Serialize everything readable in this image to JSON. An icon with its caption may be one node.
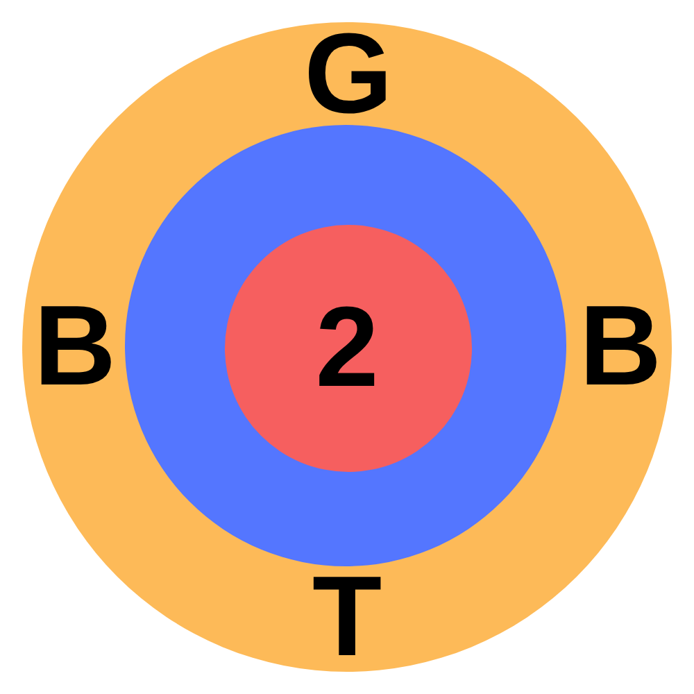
{
  "diagram": {
    "nodes": [
      {
        "text": [
          "G",
          "B",
          "B",
          "T"
        ]
      },
      {
        "text": [],
        "shape": "circle",
        "in": 0
      },
      {
        "text": [
          "2"
        ],
        "in": 1
      }
    ]
  }
}
